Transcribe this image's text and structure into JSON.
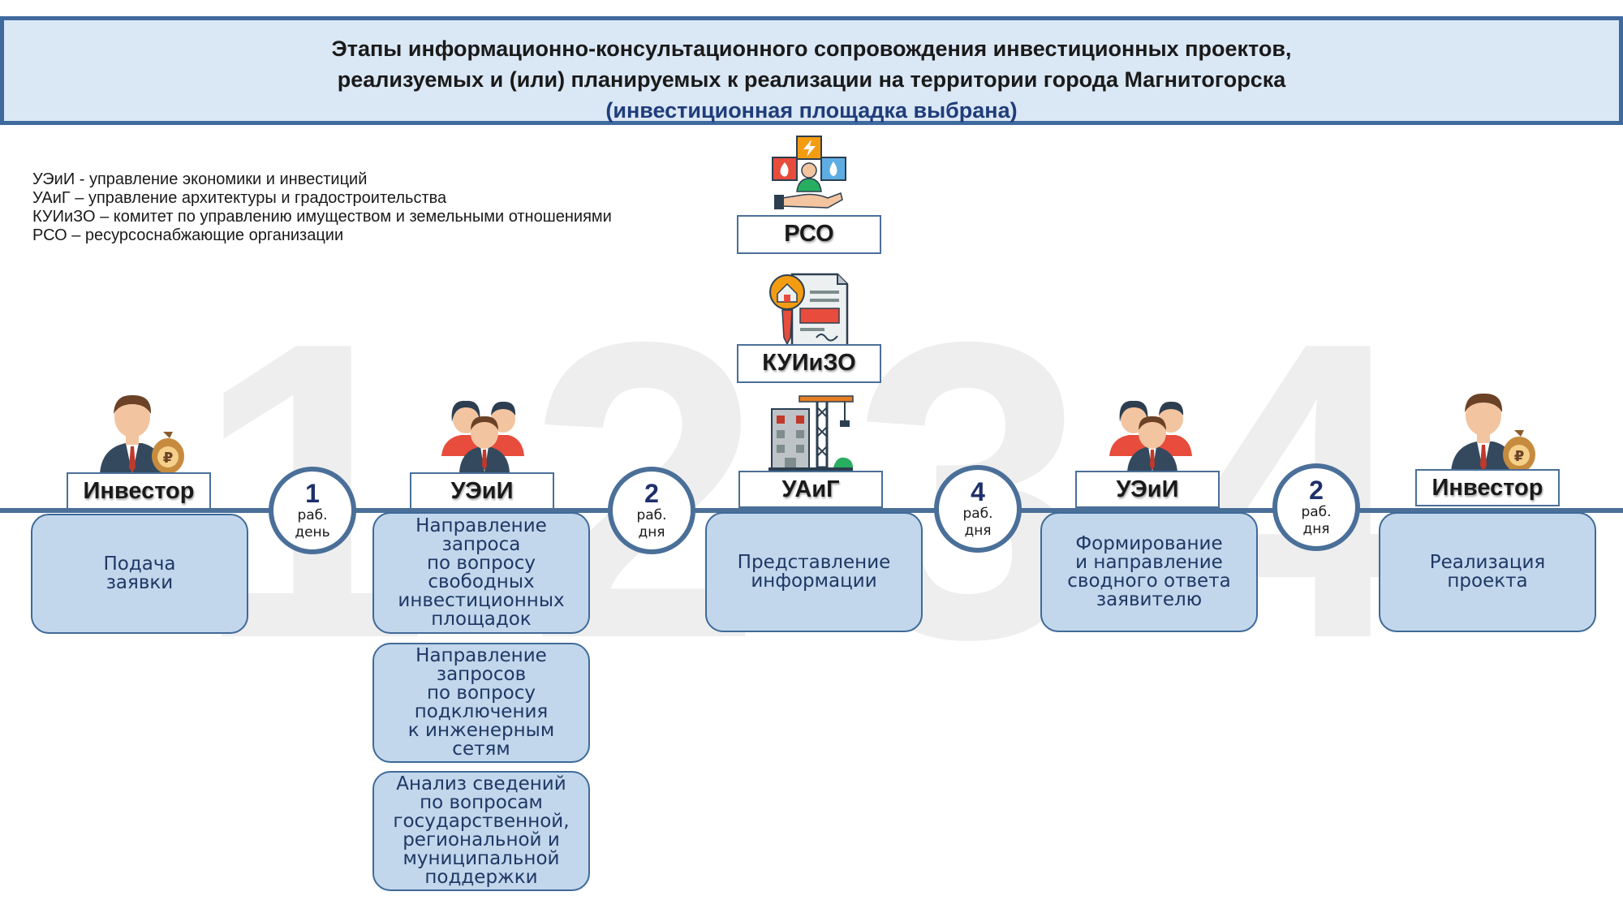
{
  "header": {
    "title_line1": "Этапы информационно-консультационного сопровождения инвестиционных проектов,",
    "title_line2": "реализуемых и (или) планируемых к реализации на территории города Магнитогорска",
    "subtitle": "(инвестиционная площадка выбрана)"
  },
  "legend": [
    "УЭиИ - управление экономики и инвестиций",
    "УАиГ – управление архитектуры и градостроительства",
    "КУИиЗО – комитет по управлению имуществом и земельными отношениями",
    "РСО – ресурсоснабжающие организации"
  ],
  "watermark_digits": [
    "1",
    "2",
    "3",
    "4"
  ],
  "labels": {
    "investor_start": "Инвестор",
    "ueii_1": "УЭиИ",
    "uaig": "УАиГ",
    "ueii_2": "УЭиИ",
    "investor_end": "Инвестор",
    "kuiizo": "КУИиЗО",
    "rso": "РСО"
  },
  "steps": {
    "submit": "Подача\nзаявки",
    "req_sites": "Направление\nзапроса\nпо вопросу\nсвободных\nинвестиционных\nплощадок",
    "req_networks": "Направление\nзапросов\nпо вопросу\nподключения\nк инженерным\nсетям",
    "analysis": "Анализ сведений\nпо вопросам\nгосударственной,\nрегиональной и\nмуниципальной\nподдержки",
    "provide_info": "Представление\nинформации",
    "form_answer": "Формирование\nи направление\nсводного ответа\nзаявителю",
    "realization": "Реализация\nпроекта"
  },
  "days": [
    {
      "num": "1",
      "unit": "раб.\nдень"
    },
    {
      "num": "2",
      "unit": "раб.\nдня"
    },
    {
      "num": "4",
      "unit": "раб.\nдня"
    },
    {
      "num": "2",
      "unit": "раб.\nдня"
    }
  ],
  "icons": {
    "investor": "investor-icon",
    "team": "team-icon",
    "building": "construction-icon",
    "document": "property-document-icon",
    "utilities": "utilities-icon"
  },
  "colors": {
    "accent": "#4a6f99",
    "step_fill": "#c2d7ec",
    "banner_fill": "#dae7f5",
    "watermark": "#eeeeee"
  }
}
